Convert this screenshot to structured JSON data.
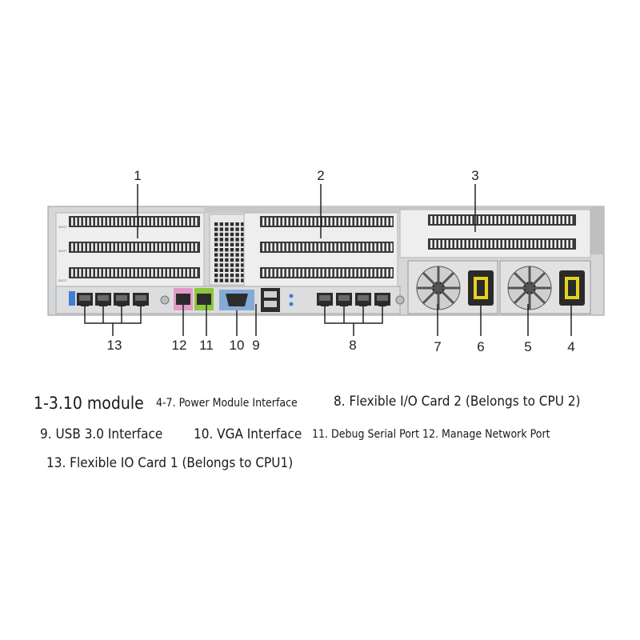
{
  "callouts": [
    "1",
    "2",
    "3",
    "4",
    "5",
    "6",
    "7",
    "8",
    "9",
    "10",
    "11",
    "12",
    "13"
  ],
  "legend": {
    "l1": "1-3.10 module",
    "l2": "4-7. Power Module Interface",
    "l3": "8. Flexible I/O Card 2 (Belongs to CPU 2)",
    "l4": "9. USB 3.0 Interface",
    "l5": "10. VGA Interface",
    "l6": "11. Debug Serial Port 12. Manage Network Port",
    "l7": "13. Flexible IO Card 1 (Belongs to CPU1)"
  },
  "colors": {
    "chassis": "#d9dadc",
    "slot_bg": "#f2f2f2",
    "port_bg": "#2b2b2b",
    "accent_blue": "#3f7fd0",
    "accent_pink": "#e39ac8",
    "accent_green": "#8dc63f",
    "psu_yellow": "#e6d21c"
  },
  "icons": [
    "rj45-port-icon",
    "vga-port-icon",
    "usb-port-icon",
    "serial-port-icon",
    "fan-icon",
    "power-inlet-icon"
  ]
}
